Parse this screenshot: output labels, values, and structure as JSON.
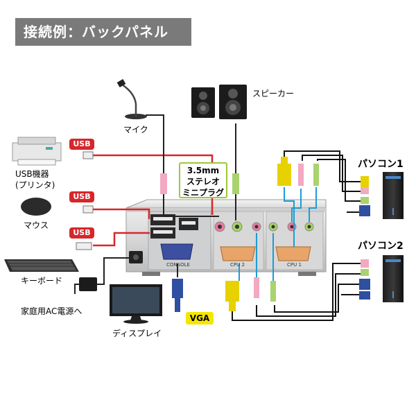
{
  "title": "接続例：バックパネル",
  "devices": {
    "speaker": "スピーカー",
    "mic": "マイク",
    "printer_line1": "USB機器",
    "printer_line2": "(プリンタ)",
    "mouse": "マウス",
    "keyboard": "キーボード",
    "ac_power": "家庭用AC電源へ",
    "display": "ディスプレイ",
    "pc1": "パソコン1",
    "pc2": "パソコン2"
  },
  "badges": {
    "usb": "USB",
    "vga": "VGA"
  },
  "plug_note": {
    "line1": "3.5mm",
    "line2": "ステレオ",
    "line3": "ミニプラグ"
  },
  "panel": {
    "console": "CONSOLE",
    "cpu2": "CPU 2",
    "cpu1": "CPU 1"
  },
  "colors": {
    "usb_cable": "#d7262b",
    "console_cable": "#000000",
    "cpu2_cable": "#000000",
    "cpu1_cable": "#1d9bd7",
    "pink_plug": "#f2a9c2",
    "green_plug": "#a9d36f",
    "vga_yellow": "#e8d100",
    "vga_blue": "#2f4fa0",
    "panel": "#d6d6d6"
  }
}
